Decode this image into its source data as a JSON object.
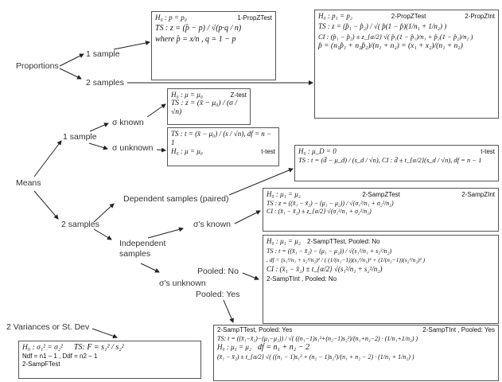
{
  "labels": {
    "proportions": "Proportions",
    "prop_1_sample": "1 sample",
    "prop_2_samples": "2 samples",
    "means": "Means",
    "means_1_sample": "1 sample",
    "sigma_known": "σ known",
    "sigma_unknown": "σ unknown",
    "means_2_samples": "2 samples",
    "dependent": "Dependent samples (paired)",
    "sigmas_known": "σ's known",
    "independent_1": "Independent",
    "independent_2": "samples",
    "sigmas_unknown": "σ's unknown",
    "pooled_no": "Pooled: No",
    "pooled_yes": "Pooled: Yes",
    "two_variances": "2 Variances or St. Dev"
  },
  "boxes": {
    "prop1": {
      "ts": "TS : z = (p̂ − p) / √(p·q / n)",
      "h0": "H₀ : p = p₀",
      "test": "1-PropZTest",
      "where": "where p̂ = x/n , q = 1 − p"
    },
    "prop2": {
      "ts": "TS : z = (p̂₁ − p̂₂) / √( p̂(1 − p̂)(1/n₁ + 1/n₂) )",
      "h0": "H₀ : p₁ = p₂",
      "test": "2-PropZTest",
      "int": "2-PropZInt",
      "ci": "CI : (p̂₁ − p̂₂) ± z_{α/2} √( p̂₁(1 − p̂₁)/n₁ + p̂₂(1 − p̂₂)/n₂ )",
      "pooled": "p̂ = (n₁p̂₁ + n₂p̂₂)/(n₁ + n₂) = (x₁ + x₂)/(n₁ + n₂)"
    },
    "ztest": {
      "h0": "H₀ : μ = μ₀",
      "test": "Z-test",
      "ts": "TS : z = (x̄ − μ₀) / (σ / √n)"
    },
    "ttest": {
      "ts": "TS : t = (x̄ − μ₀) / (s / √n),  df = n − 1",
      "h0": "H₀ : μ = μ₀",
      "test": "t-test"
    },
    "paired": {
      "h0": "H₀ : μ_D = 0",
      "ts": "TS : t = (d̄ − μ_d) / (s_d / √n),  CI : d̄ ± t_{α/2}(s_d / √n),  df = n − 1",
      "test": "t-test"
    },
    "sampz": {
      "h0": "H₀ : μ₁ = μ₂",
      "ts": "TS : z = ((x̄₁ − x̄₂) − (μ₁ − μ₂)) / √(σ₁²/n₁ + σ₂²/n₂)",
      "ci": "CI : (x̄₁ − x̄₂) ± z_{α/2} √(σ₁²/n₁ + σ₂²/n₂)",
      "test": "2-SampZTest",
      "int": "2-SampZInt"
    },
    "pooledno": {
      "h0": "H₀ : μ₁ = μ₂",
      "test": "2-SampTTest, Pooled: No",
      "ts": "TS : t = ((x̄₁ − x̄₂) − (μ₁ − μ₂)) / √(s₁²/n₁ + s₂²/n₂)",
      "df": ", df = (s₁²/n₁ + s₂²/n₂)² / ( (1/(n₁−1))(s₁²/n₁)² + (1/(n₂−1))(s₂²/n₂)² )",
      "ci": "CI : (x̄₁ − x̄₂) ± t_{α/2} √(s₁²/n₁ + s₂²/n₂)",
      "int": "2-SampTInt , Pooled: No"
    },
    "pooledyes": {
      "ts": "TS: t = ((x̄₁−x̄₂)−(μ₁−μ₂)) / √( ((n₁−1)s₁²+(n₂−1)s₂²)/(n₁+n₂−2) · (1/n₁+1/n₂) )",
      "test": "2-SampTTest, Pooled: Yes",
      "int": "2-SampTInt , Pooled: Yes",
      "h0": "H₀ : μ₁ = μ₂",
      "df": "df = n₁ + n₂ − 2",
      "ci": "(x̄₁ − x̄₂) ± t_{α/2} √( ((n₁ − 1)s₁² + (n₂ − 1)s₂²)/(n₁ + n₂ − 2) · (1/n₁ + 1/n₂) )"
    },
    "ftest": {
      "h0": "H₀ : σ₁² = σ₂²",
      "ts": "TS: F = s₁² / s₂²",
      "df": "Ndf = n1 – 1 , Ddf = n2 – 1",
      "test": "2-SampFTest"
    }
  }
}
